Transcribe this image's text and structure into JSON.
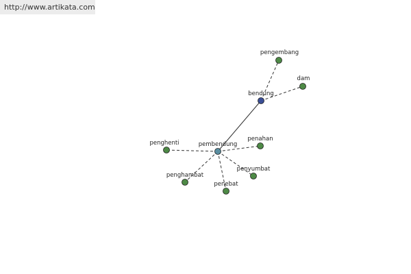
{
  "header": {
    "url": "http://www.artikata.com"
  },
  "colors": {
    "leaf_node": "#4e8a46",
    "hub_node": "#5a8ea0",
    "branch_node": "#3a4e96",
    "edge": "#333333"
  },
  "nodes": [
    {
      "id": "pembendung",
      "label": "pembendung",
      "kind": "hub"
    },
    {
      "id": "bendung",
      "label": "bendung",
      "kind": "branch"
    },
    {
      "id": "pengembang",
      "label": "pengembang",
      "kind": "leaf"
    },
    {
      "id": "dam",
      "label": "dam",
      "kind": "leaf"
    },
    {
      "id": "penghenti",
      "label": "penghenti",
      "kind": "leaf"
    },
    {
      "id": "penahan",
      "label": "penahan",
      "kind": "leaf"
    },
    {
      "id": "penghambat",
      "label": "penghambat",
      "kind": "leaf"
    },
    {
      "id": "penebat",
      "label": "penebat",
      "kind": "leaf"
    },
    {
      "id": "penyumbat",
      "label": "penyumbat",
      "kind": "leaf"
    }
  ],
  "edges": [
    {
      "from": "pembendung",
      "to": "bendung",
      "style": "solid"
    },
    {
      "from": "bendung",
      "to": "pengembang",
      "style": "dashed"
    },
    {
      "from": "bendung",
      "to": "dam",
      "style": "dashed"
    },
    {
      "from": "pembendung",
      "to": "penghenti",
      "style": "dashed"
    },
    {
      "from": "pembendung",
      "to": "penahan",
      "style": "dashed"
    },
    {
      "from": "pembendung",
      "to": "penghambat",
      "style": "dashed"
    },
    {
      "from": "pembendung",
      "to": "penebat",
      "style": "dashed"
    },
    {
      "from": "pembendung",
      "to": "penyumbat",
      "style": "dashed"
    }
  ]
}
